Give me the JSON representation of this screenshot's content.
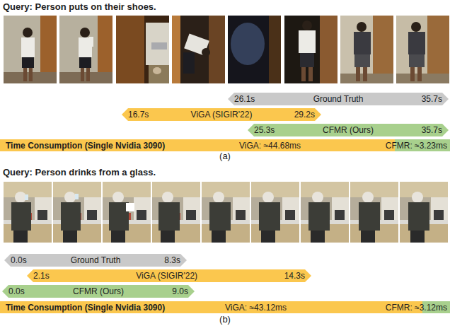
{
  "diagram": {
    "nodes": [
      {
        "text": [
          "26.1s",
          "Ground Truth",
          "35.7s"
        ]
      },
      {
        "text": [
          "16.7s",
          "ViGA (SIGIR'22)",
          "29.2s"
        ]
      },
      {
        "text": [
          "25.3s",
          "CFMR (Ours)",
          "35.7s"
        ]
      },
      {
        "text": [
          "Time Consumption (Single Nvidia 3090)",
          "ViGA: ≈44.68ms",
          "CFMR: ≈3.23ms"
        ]
      },
      {
        "text": [
          "0.0s",
          "Ground Truth",
          "8.3s"
        ]
      },
      {
        "text": [
          "2.1s",
          "ViGA (SIGIR'22)",
          "14.3s"
        ]
      },
      {
        "text": [
          "0.0s",
          "CFMR (Ours)",
          "9.0s"
        ]
      },
      {
        "text": [
          "Time Consumption (Single Nvidia 3090)",
          "ViGA: ≈43.12ms",
          "CFMR: ≈3.12ms"
        ]
      }
    ],
    "labels": [
      "Query: Person puts on their shoes.",
      "(a)",
      "Query: Person drinks from a glass.",
      "(b)"
    ]
  }
}
